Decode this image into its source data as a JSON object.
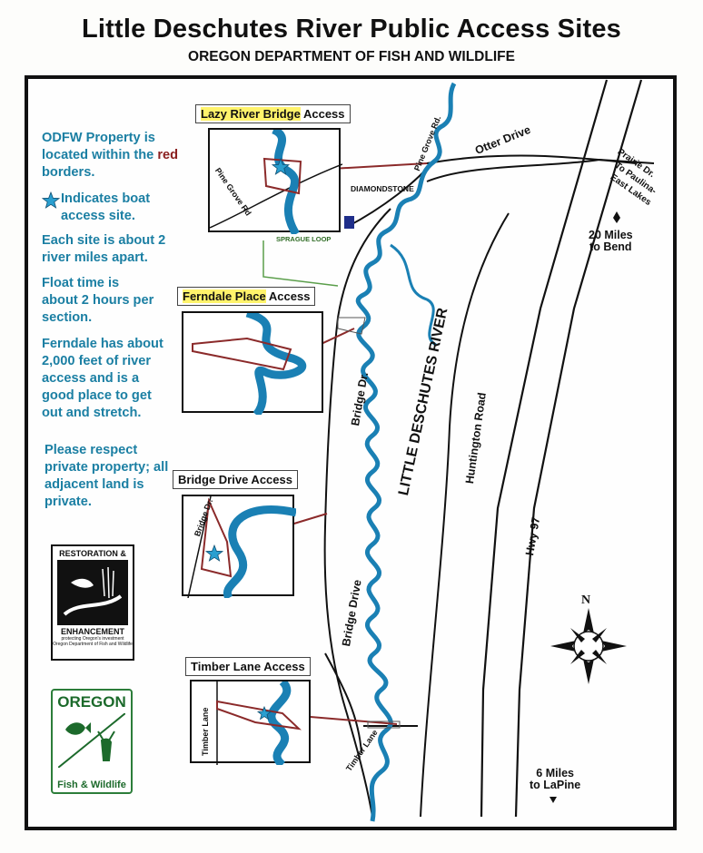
{
  "title": "Little Deschutes River Public Access Sites",
  "subtitle": "OREGON DEPARTMENT OF FISH AND WILDLIFE",
  "notes": {
    "property_1": "ODFW Property is located within the",
    "property_red": "red",
    "property_2": "borders.",
    "boat_access": "Indicates boat access site.",
    "spacing": "Each site is about 2 river miles apart.",
    "float_time": "Float time is about 2 hours per section.",
    "ferndale": "Ferndale has about 2,000 feet of river access and is a good place to get out and stretch.",
    "respect": "Please respect private property; all adjacent land is private."
  },
  "access_sites": {
    "lazy_river_1": "Lazy River Bridge",
    "lazy_river_2": "Access",
    "ferndale_1": "Ferndale Place",
    "ferndale_2": "Access",
    "bridge_drive": "Bridge Drive Access",
    "timber_lane": "Timber Lane Access"
  },
  "map_labels": {
    "otter_drive": "Otter Drive",
    "prairie_dr": "Prairie Dr.",
    "to_paulina": "To Paulina-",
    "east_lakes": "East Lakes",
    "pine_grove_rd": "Pine Grove Rd.",
    "diamondstone": "DIAMONDSTONE",
    "sprague_loop": "SPRAGUE LOOP",
    "bend_1": "20 Miles",
    "bend_2": "to Bend",
    "river": "LITTLE DESCHUTES RIVER",
    "bridge_dr": "Bridge Dr.",
    "bridge_drive": "Bridge Drive",
    "huntington_road": "Huntington Road",
    "hwy_97": "Hwy 97",
    "timber_lane": "Timber Lane",
    "lapine_1": "6 Miles",
    "lapine_2": "to LaPine",
    "north": "N"
  },
  "inset_labels": {
    "pine_grove_rd": "Pine Grove Rd",
    "bridge_dr": "Bridge Dr.",
    "timber_lane": "Timber Lane"
  },
  "logos": {
    "restoration": "RESTORATION &",
    "enhancement": "ENHANCEMENT",
    "restoration_sub1": "protecting Oregon's investment",
    "restoration_sub2": "Oregon Department of Fish and Wildlife",
    "oregon": "OREGON",
    "fish_wildlife": "Fish & Wildlife"
  },
  "colors": {
    "river": "#1a80b4",
    "property_border": "#8b2a2a",
    "text_blue": "#1b7fa3",
    "highlight": "#fff36b",
    "odfw_green": "#1c6a2b",
    "diamondstone_marker": "#1f2e8a",
    "sprague_loop": "#5a9e4a"
  },
  "icons": [
    "star-icon",
    "compass-rose-icon",
    "arrow-up-icon",
    "arrow-down-icon",
    "fish-icon",
    "deer-icon"
  ]
}
